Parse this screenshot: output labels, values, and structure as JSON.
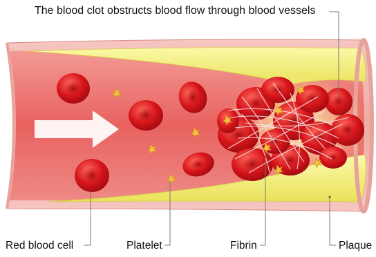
{
  "title": "The blood clot obstructs blood flow through blood vessels",
  "labels": {
    "red_blood_cell": "Red blood cell",
    "platelet": "Platelet",
    "fibrin": "Fibrin",
    "plaque": "Plaque"
  },
  "colors": {
    "vessel_wall": "#f2b3ad",
    "lumen": "#e45a5c",
    "plaque": "#f4f07a",
    "red_cell": "#d3161c",
    "platelet": "#f2c23a",
    "arrow": "#ffffff"
  }
}
